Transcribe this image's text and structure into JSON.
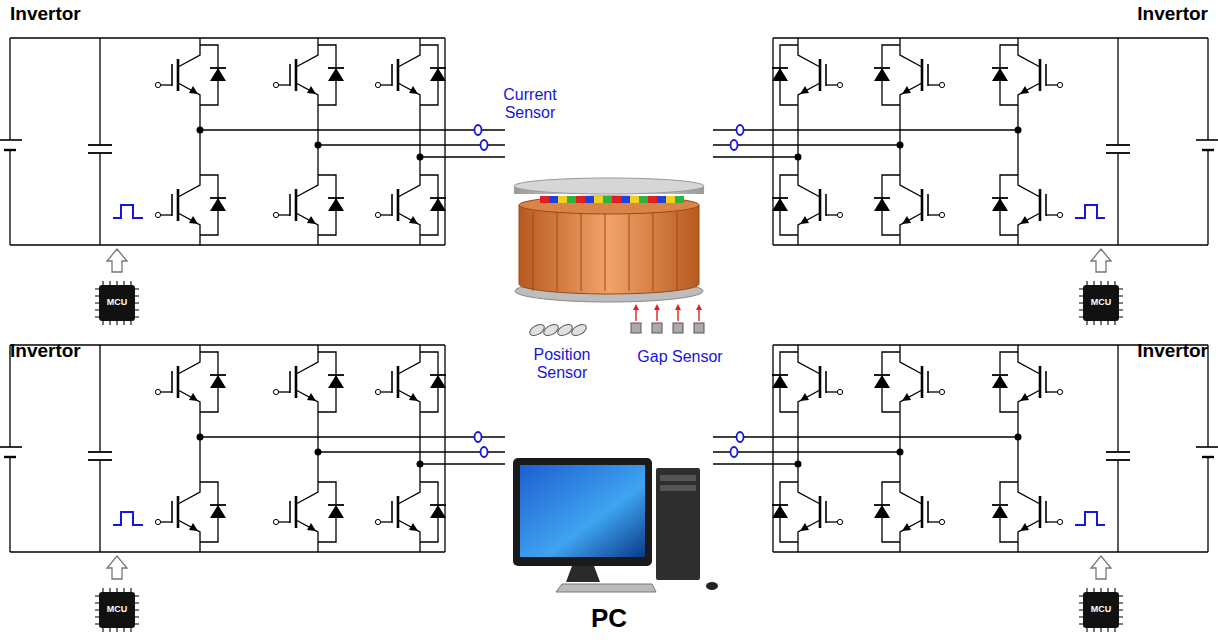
{
  "diagram": {
    "labels": [
      "Invertor",
      "Invertor",
      "Current Sensor",
      "MCU",
      "MCU",
      "Invertor",
      "Position Sensor",
      "Gap Sensor",
      "Invertor",
      "PC",
      "MCU",
      "MCU"
    ]
  }
}
